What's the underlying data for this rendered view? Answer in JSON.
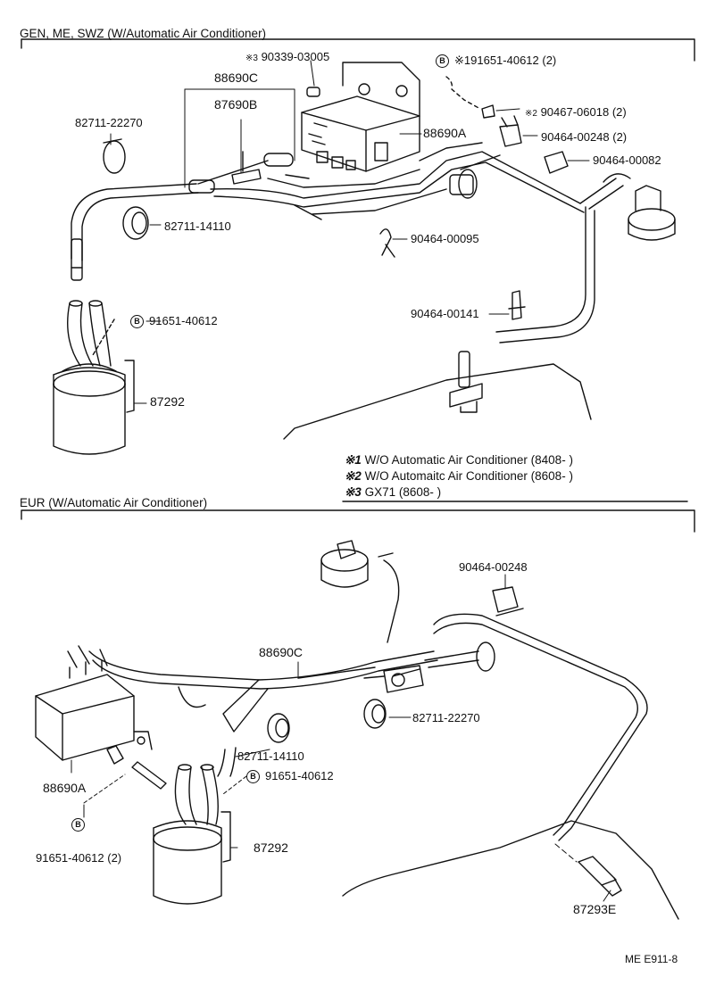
{
  "sections": {
    "top_title": "GEN, ME, SWZ (W/Automatic Air Conditioner)",
    "bottom_title": "EUR (W/Automatic Air Conditioner)"
  },
  "top_labels": {
    "p1": "90339-03005",
    "p1_mark": "※3",
    "p2": "191651-40612 (2)",
    "p2_mark": "※",
    "p2_circle": "B",
    "p3": "88690C",
    "p4": "87690B",
    "p5": "82711-22270",
    "p6": "90467-06018 (2)",
    "p6_mark": "※2",
    "p7": "88690A",
    "p8": "90464-00248 (2)",
    "p9": "90464-00082",
    "p10": "82711-14110",
    "p11": "90464-00095",
    "p12": "91651-40612",
    "p12_circle": "B",
    "p13": "90464-00141",
    "p14": "87292"
  },
  "notes": [
    {
      "mark": "※1",
      "text": "W/O Automatic Air Conditioner (8408-        )"
    },
    {
      "mark": "※2",
      "text": "W/O Automaitc Air Conditioner (8608-        )"
    },
    {
      "mark": "※3",
      "text": "GX71 (8608-        )"
    }
  ],
  "bottom_labels": {
    "q1": "90464-00248",
    "q2": "88690C",
    "q3": "82711-22270",
    "q4": "88690A",
    "q5": "82711-14110",
    "q6": "91651-40612",
    "q6_circle": "B",
    "q7": "87292",
    "q8": "91651-40612 (2)",
    "q8_circle": "B",
    "q9": "87293E"
  },
  "footer_code": "ME E911-8"
}
